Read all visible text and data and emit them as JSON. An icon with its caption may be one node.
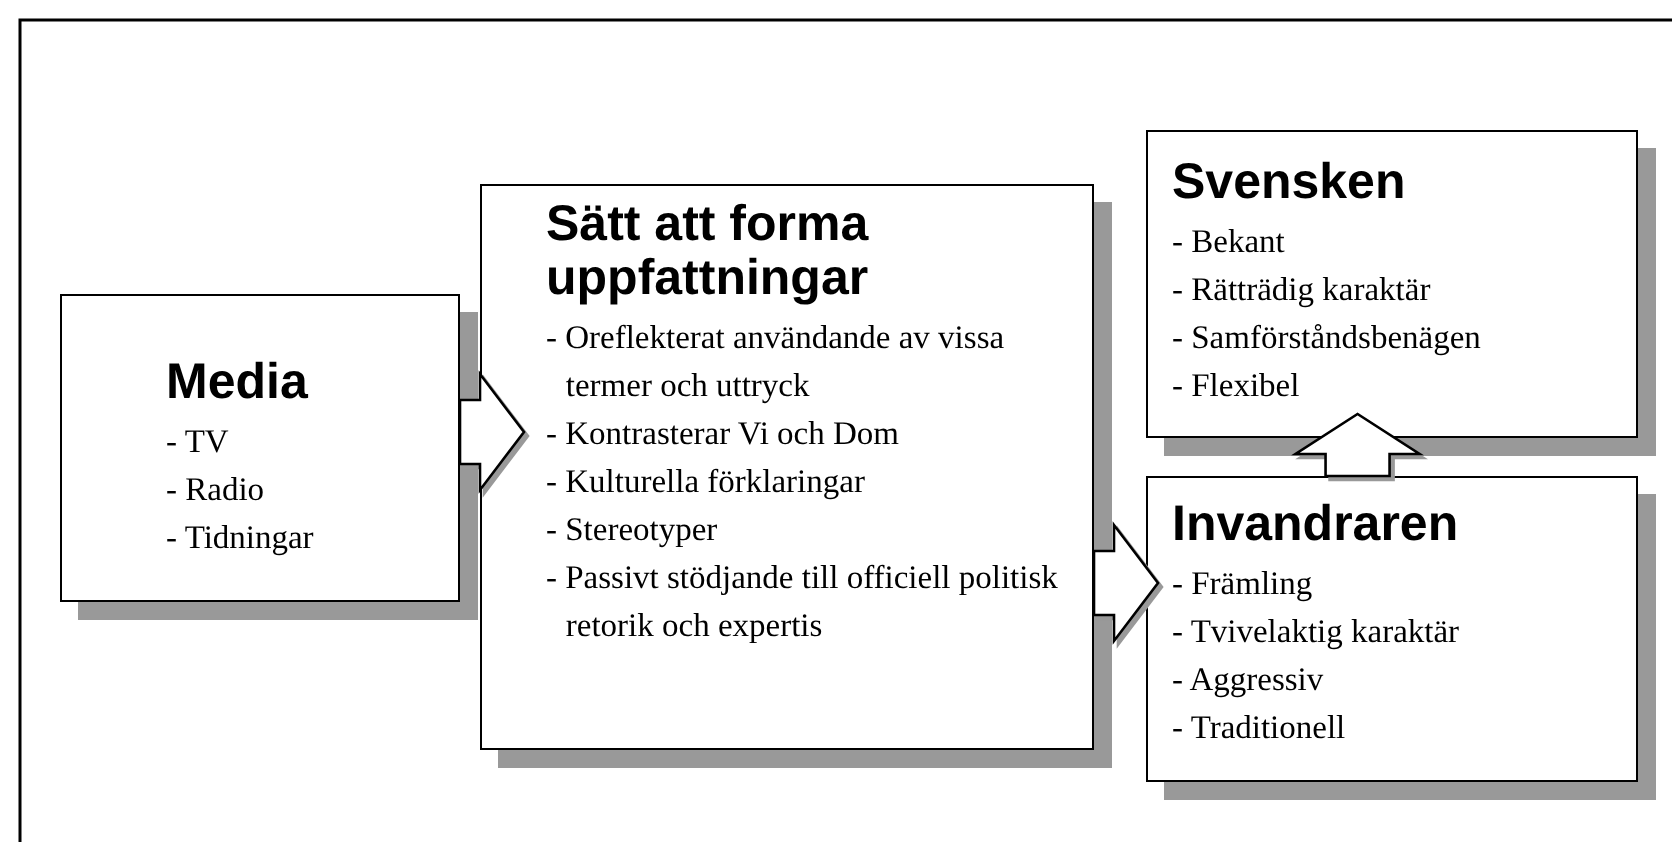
{
  "diagram": {
    "nodes": [
      {
        "text": [
          "Sätt att forma uppfattningar",
          "- Oreflekterat användande av vissa termer och uttryck",
          "- Kontrasterar Vi och Dom",
          "- Kulturella förklaringar",
          "- Stereotyper",
          "- Passivt stödjande till officiell politisk retorik och expertis"
        ]
      },
      {
        "text": [
          "Media",
          "- TV",
          "- Radio",
          "- Tidningar"
        ]
      },
      {
        "text": [
          "Svensken",
          "- Bekant",
          "- Rätträdig karaktär",
          "- Samförståndsbenägen",
          "- Flexibel"
        ]
      },
      {
        "text": [
          "Invandraren",
          "- Främling",
          "- Tvivelaktig karaktär",
          "- Aggressiv",
          "- Traditionell"
        ]
      }
    ],
    "edges": [
      {
        "from": 1,
        "to": 0,
        "arrow": "to"
      },
      {
        "from": 0,
        "to": 3,
        "arrow": "to"
      },
      {
        "from": 3,
        "to": 2,
        "arrow": "to"
      }
    ]
  }
}
